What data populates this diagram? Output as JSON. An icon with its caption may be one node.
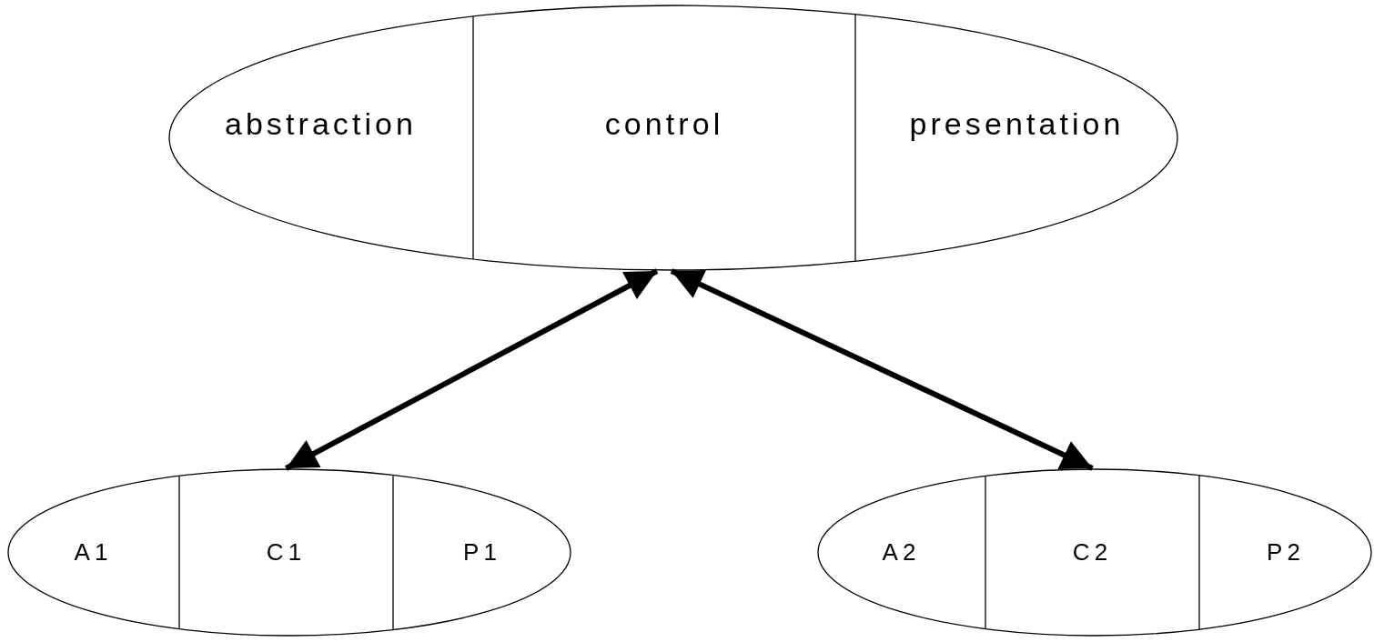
{
  "diagram": {
    "nodes": [
      {
        "text": [],
        "shape": "ellipse"
      },
      {
        "text": [
          "abstraction"
        ],
        "in": 0
      },
      {
        "text": [
          "control"
        ],
        "in": 0
      },
      {
        "text": [
          "presentation"
        ],
        "in": 0
      },
      {
        "text": [],
        "shape": "ellipse"
      },
      {
        "text": [
          "A1"
        ],
        "in": 4
      },
      {
        "text": [
          "C1"
        ],
        "in": 4
      },
      {
        "text": [
          "P1"
        ],
        "in": 4
      },
      {
        "text": [],
        "shape": "ellipse"
      },
      {
        "text": [
          "A2"
        ],
        "in": 8
      },
      {
        "text": [
          "C2"
        ],
        "in": 8
      },
      {
        "text": [
          "P2"
        ],
        "in": 8
      }
    ],
    "edges": [
      {
        "from": 2,
        "to": 6,
        "arrow": "both"
      },
      {
        "from": 2,
        "to": 10,
        "arrow": "both"
      }
    ]
  }
}
